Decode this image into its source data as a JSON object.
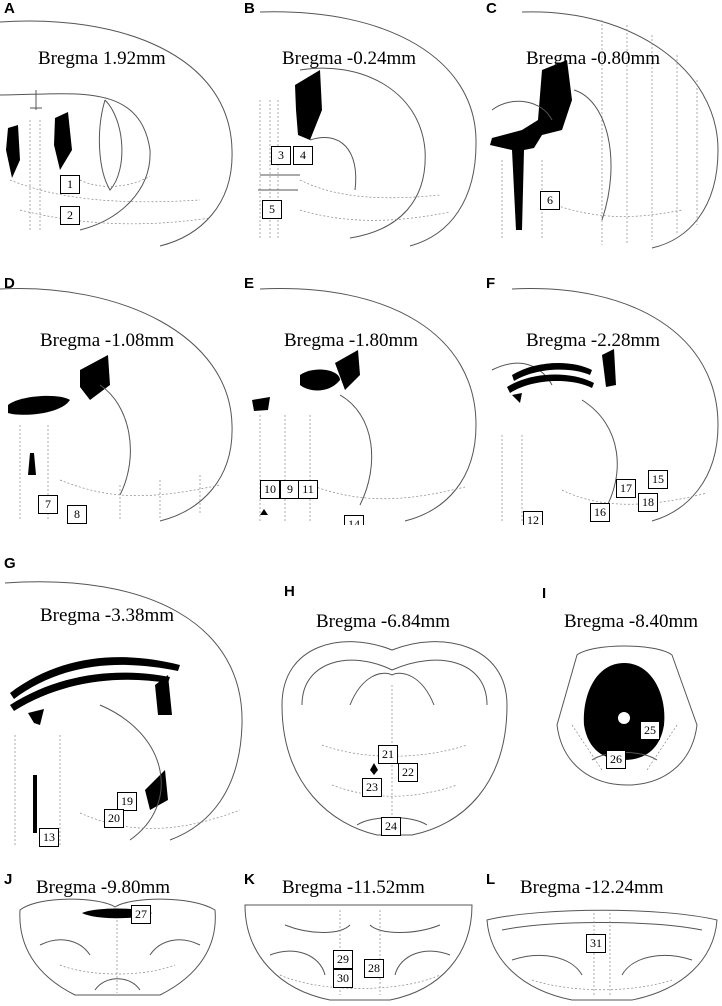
{
  "panels": [
    {
      "letter": "A",
      "title": "Bregma 1.92mm",
      "markers": [
        "1",
        "2"
      ]
    },
    {
      "letter": "B",
      "title": "Bregma -0.24mm",
      "markers": [
        "3",
        "4",
        "5"
      ]
    },
    {
      "letter": "C",
      "title": "Bregma -0.80mm",
      "markers": [
        "6"
      ]
    },
    {
      "letter": "D",
      "title": "Bregma -1.08mm",
      "markers": [
        "7",
        "8"
      ]
    },
    {
      "letter": "E",
      "title": "Bregma -1.80mm",
      "markers": [
        "10",
        "9",
        "11",
        "14"
      ]
    },
    {
      "letter": "F",
      "title": "Bregma -2.28mm",
      "markers": [
        "15",
        "17",
        "18",
        "16",
        "12"
      ]
    },
    {
      "letter": "G",
      "title": "Bregma -3.38mm",
      "markers": [
        "19",
        "20",
        "13"
      ]
    },
    {
      "letter": "H",
      "title": "Bregma -6.84mm",
      "markers": [
        "21",
        "22",
        "23",
        "24"
      ]
    },
    {
      "letter": "I",
      "title": "Bregma -8.40mm",
      "markers": [
        "25",
        "26"
      ]
    },
    {
      "letter": "J",
      "title": "Bregma -9.80mm",
      "markers": [
        "27"
      ]
    },
    {
      "letter": "K",
      "title": "Bregma -11.52mm",
      "markers": [
        "29",
        "30",
        "28"
      ]
    },
    {
      "letter": "L",
      "title": "Bregma -12.24mm",
      "markers": [
        "31"
      ]
    }
  ]
}
